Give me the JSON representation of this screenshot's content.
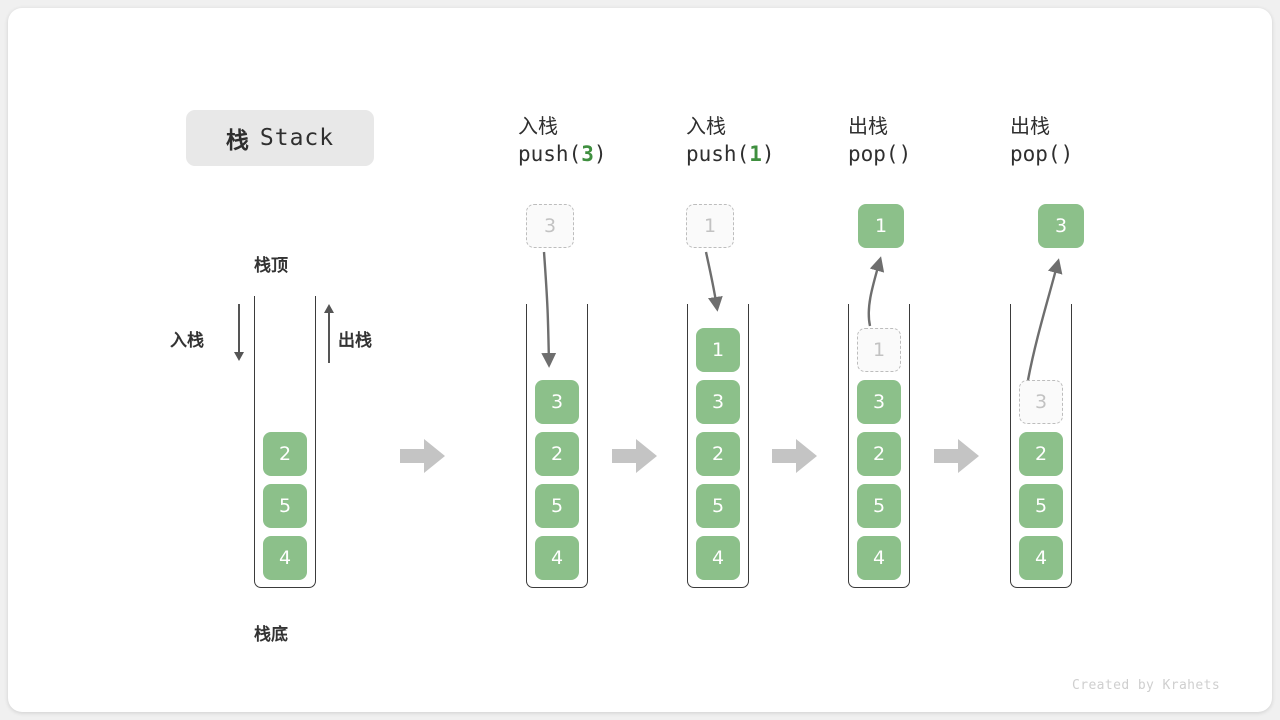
{
  "title": {
    "cn": "栈",
    "en": "Stack"
  },
  "labels": {
    "top": "栈顶",
    "bottom": "栈底",
    "push": "入栈",
    "pop": "出栈"
  },
  "footer": "Created by Krahets",
  "colors": {
    "element": "#8cc08a",
    "ghost_border": "#bdbdbd",
    "ghost_text": "#c2c2c2",
    "arrow": "#6e6e6e",
    "step_arrow": "#c4c4c4",
    "accent_number": "#3f8f3f",
    "vessel": "#3b3b3b",
    "chip_bg": "#e8e8e8"
  },
  "columns": [
    {
      "id": "initial",
      "header": null,
      "stack": [
        "2",
        "5",
        "4"
      ],
      "ghost": null,
      "floating": null
    },
    {
      "id": "push-3",
      "header": {
        "cn": "入栈",
        "code_prefix": "push(",
        "code_value": "3",
        "code_suffix": ")"
      },
      "ghost_above": "3",
      "stack": [
        "3",
        "2",
        "5",
        "4"
      ],
      "floating": null
    },
    {
      "id": "push-1",
      "header": {
        "cn": "入栈",
        "code_prefix": "push(",
        "code_value": "1",
        "code_suffix": ")"
      },
      "ghost_above": "1",
      "stack": [
        "1",
        "3",
        "2",
        "5",
        "4"
      ],
      "floating": null
    },
    {
      "id": "pop-1",
      "header": {
        "cn": "出栈",
        "code_prefix": "pop(",
        "code_value": "",
        "code_suffix": ")"
      },
      "floating": "1",
      "ghost_in_stack": "1",
      "stack": [
        "3",
        "2",
        "5",
        "4"
      ]
    },
    {
      "id": "pop-3",
      "header": {
        "cn": "出栈",
        "code_prefix": "pop(",
        "code_value": "",
        "code_suffix": ")"
      },
      "floating": "3",
      "ghost_in_stack": "3",
      "stack": [
        "2",
        "5",
        "4"
      ]
    }
  ],
  "cells": {
    "c0": [
      "2",
      "5",
      "4"
    ],
    "c1_ghost": "3",
    "c1": [
      "3",
      "2",
      "5",
      "4"
    ],
    "c2_ghost": "1",
    "c2": [
      "1",
      "3",
      "2",
      "5",
      "4"
    ],
    "c3_float": "1",
    "c3_ghost": "1",
    "c3": [
      "3",
      "2",
      "5",
      "4"
    ],
    "c4_float": "3",
    "c4_ghost": "3",
    "c4": [
      "2",
      "5",
      "4"
    ]
  }
}
